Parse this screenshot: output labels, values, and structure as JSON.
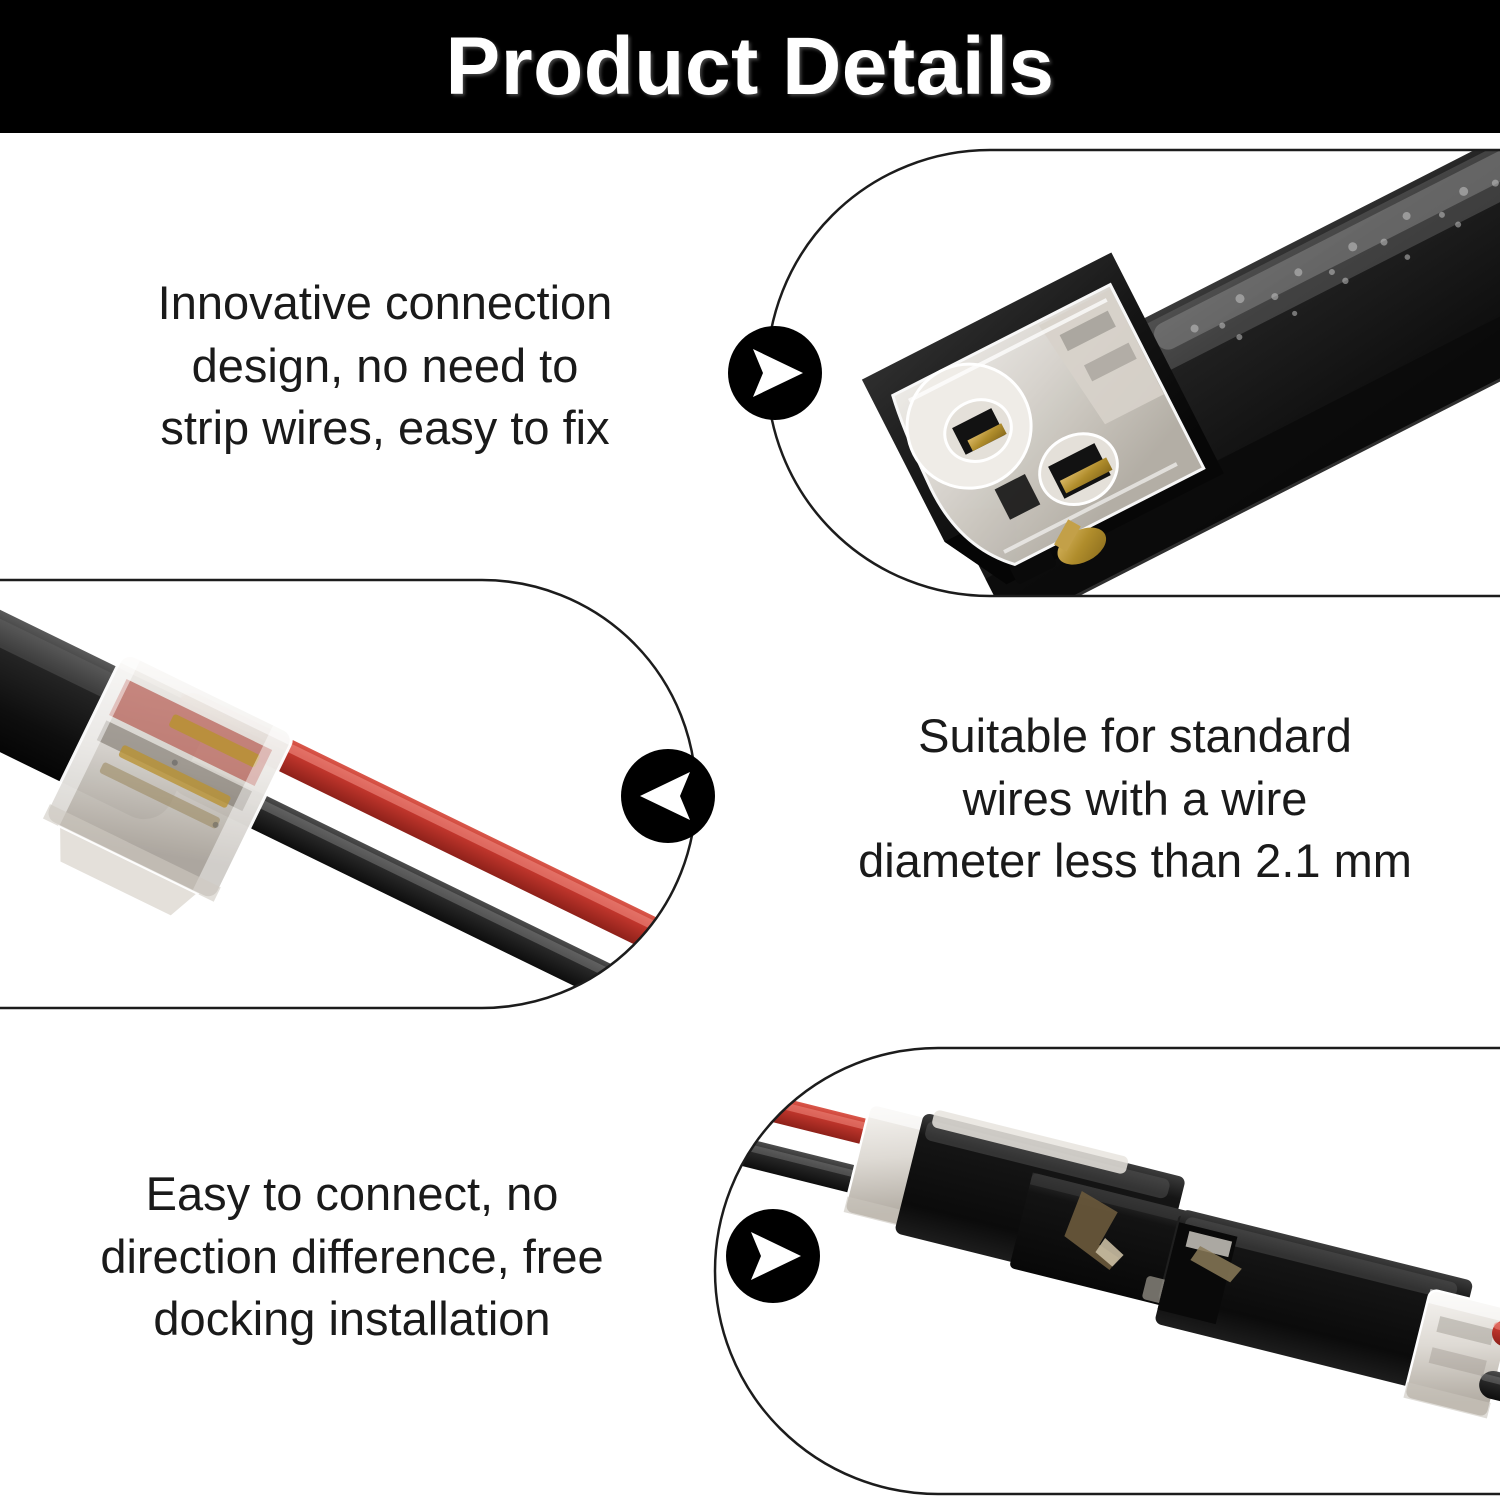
{
  "header": {
    "title": "Product Details",
    "background_color": "#000000",
    "text_color": "#ffffff"
  },
  "features": [
    {
      "id": "feature-1",
      "text": "Innovative connection\ndesign, no need to\nstrip wires, easy to fix",
      "marker_icon": "play-right-arrow-icon",
      "marker_direction": "right",
      "image_alt": "Close-up of black wire connector with transparent cap and brass contacts"
    },
    {
      "id": "feature-2",
      "text": "Suitable for standard\nwires with a wire\ndiameter less than 2.1 mm",
      "marker_icon": "play-left-arrow-icon",
      "marker_direction": "left",
      "image_alt": "Black cable joined by transparent connector with red and black wires"
    },
    {
      "id": "feature-3",
      "text": "Easy to connect, no\ndirection difference, free\ndocking installation",
      "marker_icon": "play-right-arrow-icon",
      "marker_direction": "right",
      "image_alt": "Two black connector halves facing each other with red and black wires"
    }
  ],
  "colors": {
    "banner": "#000000",
    "text": "#1a1a1a",
    "outline": "#1c1c1c",
    "wire_red": "#c8392f",
    "wire_black": "#2b2b2b",
    "connector_black": "#141414",
    "connector_clear": "#dedad4",
    "brass": "#b99233",
    "page_background": "#ffffff"
  },
  "specs": {
    "max_wire_diameter": "2.1 mm"
  }
}
